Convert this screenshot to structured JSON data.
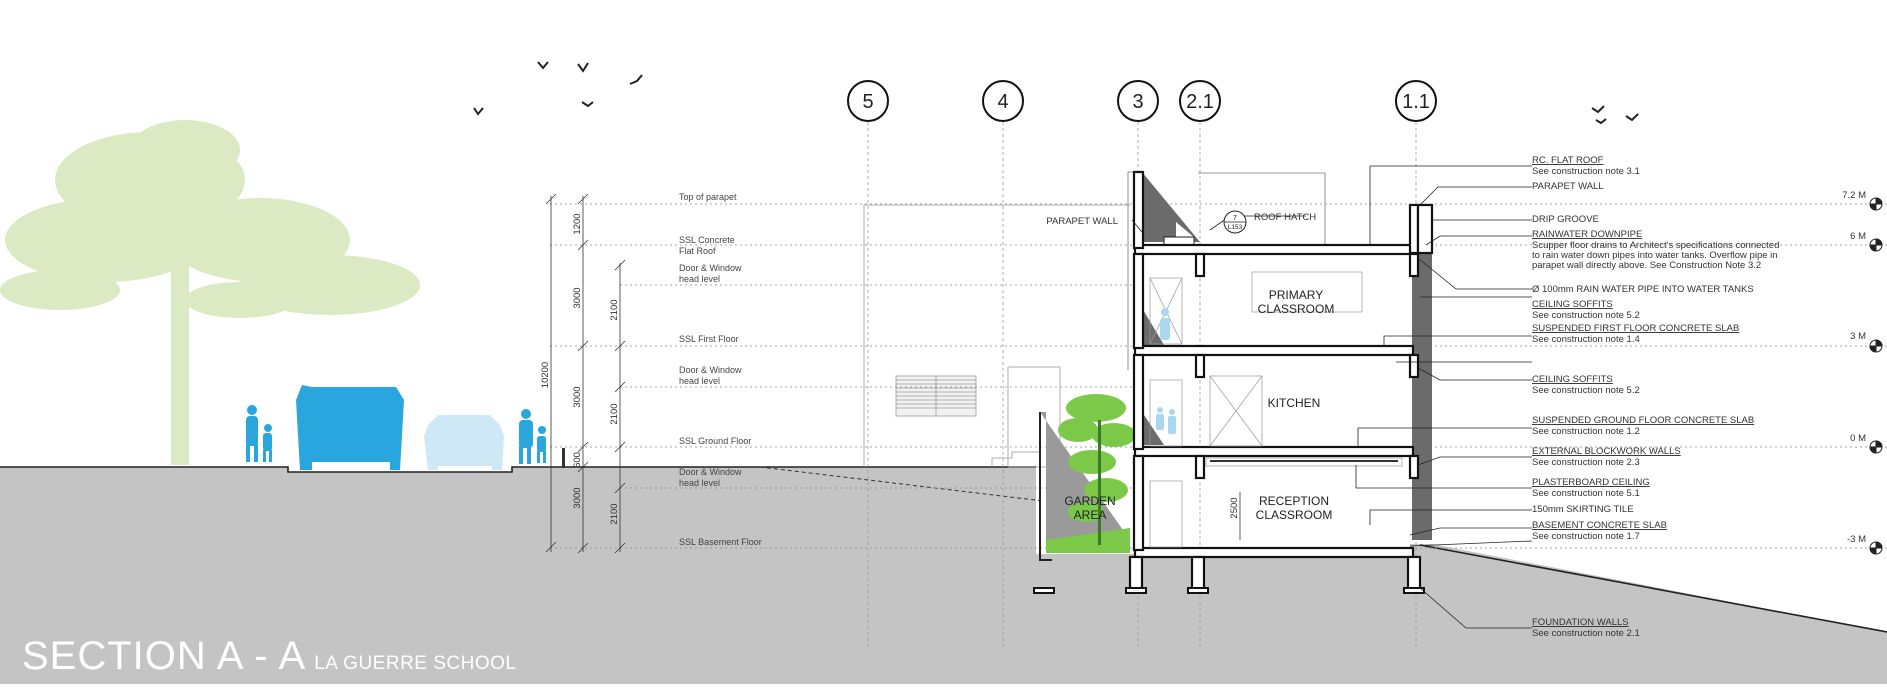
{
  "title": {
    "main": "SECTION A - A",
    "sub": "LA GUERRE SCHOOL"
  },
  "grid_lines": [
    "5",
    "4",
    "3",
    "2.1",
    "1.1"
  ],
  "levels": [
    {
      "name": "Top of parapet"
    },
    {
      "name": "SSL Concrete",
      "name2": "Flat Roof"
    },
    {
      "name": "Door & Window",
      "name2": "head level"
    },
    {
      "name": "SSL First Floor"
    },
    {
      "name": "Door & Window",
      "name2": "head level"
    },
    {
      "name": "SSL Ground Floor"
    },
    {
      "name": "Door & Window",
      "name2": "head level"
    },
    {
      "name": "SSL Basement Floor"
    }
  ],
  "dimensions": {
    "overall": "10200",
    "d1200": "1200",
    "d3000a": "3000",
    "d3000b": "3000",
    "d600": "600",
    "d3000c": "3000",
    "d2100a": "2100",
    "d2100b": "2100",
    "d2100c": "2100",
    "d2500": "2500"
  },
  "elevation_marks": [
    "7.2 M",
    "6 M",
    "3 M",
    "0 M",
    "-3 M"
  ],
  "rooms": [
    {
      "line1": "PRIMARY",
      "line2": "CLASSROOM"
    },
    {
      "line1": "KITCHEN"
    },
    {
      "line1": "RECEPTION",
      "line2": "CLASSROOM"
    },
    {
      "line1": "GARDEN",
      "line2": "AREA"
    }
  ],
  "left_labels": {
    "parapet_wall": "PARAPET WALL",
    "roof_hatch": "ROOF HATCH",
    "detail_top": "7",
    "detail_bottom": "L153"
  },
  "annotations": [
    {
      "title": "RC. FLAT ROOF",
      "note": "See construction note 3.1"
    },
    {
      "title": "PARAPET WALL"
    },
    {
      "title": "DRIP GROOVE"
    },
    {
      "title": "RAINWATER DOWNPIPE",
      "note": "Scupper floor drains to Architect's specifications connected",
      "note2": "to rain water down pipes into water tanks. Overflow pipe in",
      "note3": "parapet wall directly above. See Construction Note 3.2"
    },
    {
      "title": "Ø 100mm RAIN WATER PIPE INTO WATER TANKS"
    },
    {
      "title": "CEILING SOFFITS",
      "note": "See construction note 5.2"
    },
    {
      "title": "SUSPENDED FIRST FLOOR CONCRETE SLAB",
      "note": "See construction note 1.4"
    },
    {
      "title": "CEILING SOFFITS",
      "note": "See construction note 5.2"
    },
    {
      "title": "SUSPENDED GROUND FLOOR CONCRETE SLAB",
      "note": "See construction note 1.2"
    },
    {
      "title": "EXTERNAL BLOCKWORK WALLS",
      "note": "See construction note 2.3"
    },
    {
      "title": "PLASTERBOARD CEILING",
      "note": "See construction note 5.1"
    },
    {
      "title": "150mm SKIRTING TILE"
    },
    {
      "title": "BASEMENT CONCRETE SLAB",
      "note": "See construction note 1.7"
    },
    {
      "title": "FOUNDATION WALLS",
      "note": "See construction note 2.1"
    }
  ],
  "colors": {
    "ground": "#c4c4c4",
    "tree": "#dceac4",
    "people": "#2aa6de",
    "car_light": "#cfe8f5",
    "wall_dark": "#6b6b6b",
    "palm": "#7cc94a"
  }
}
